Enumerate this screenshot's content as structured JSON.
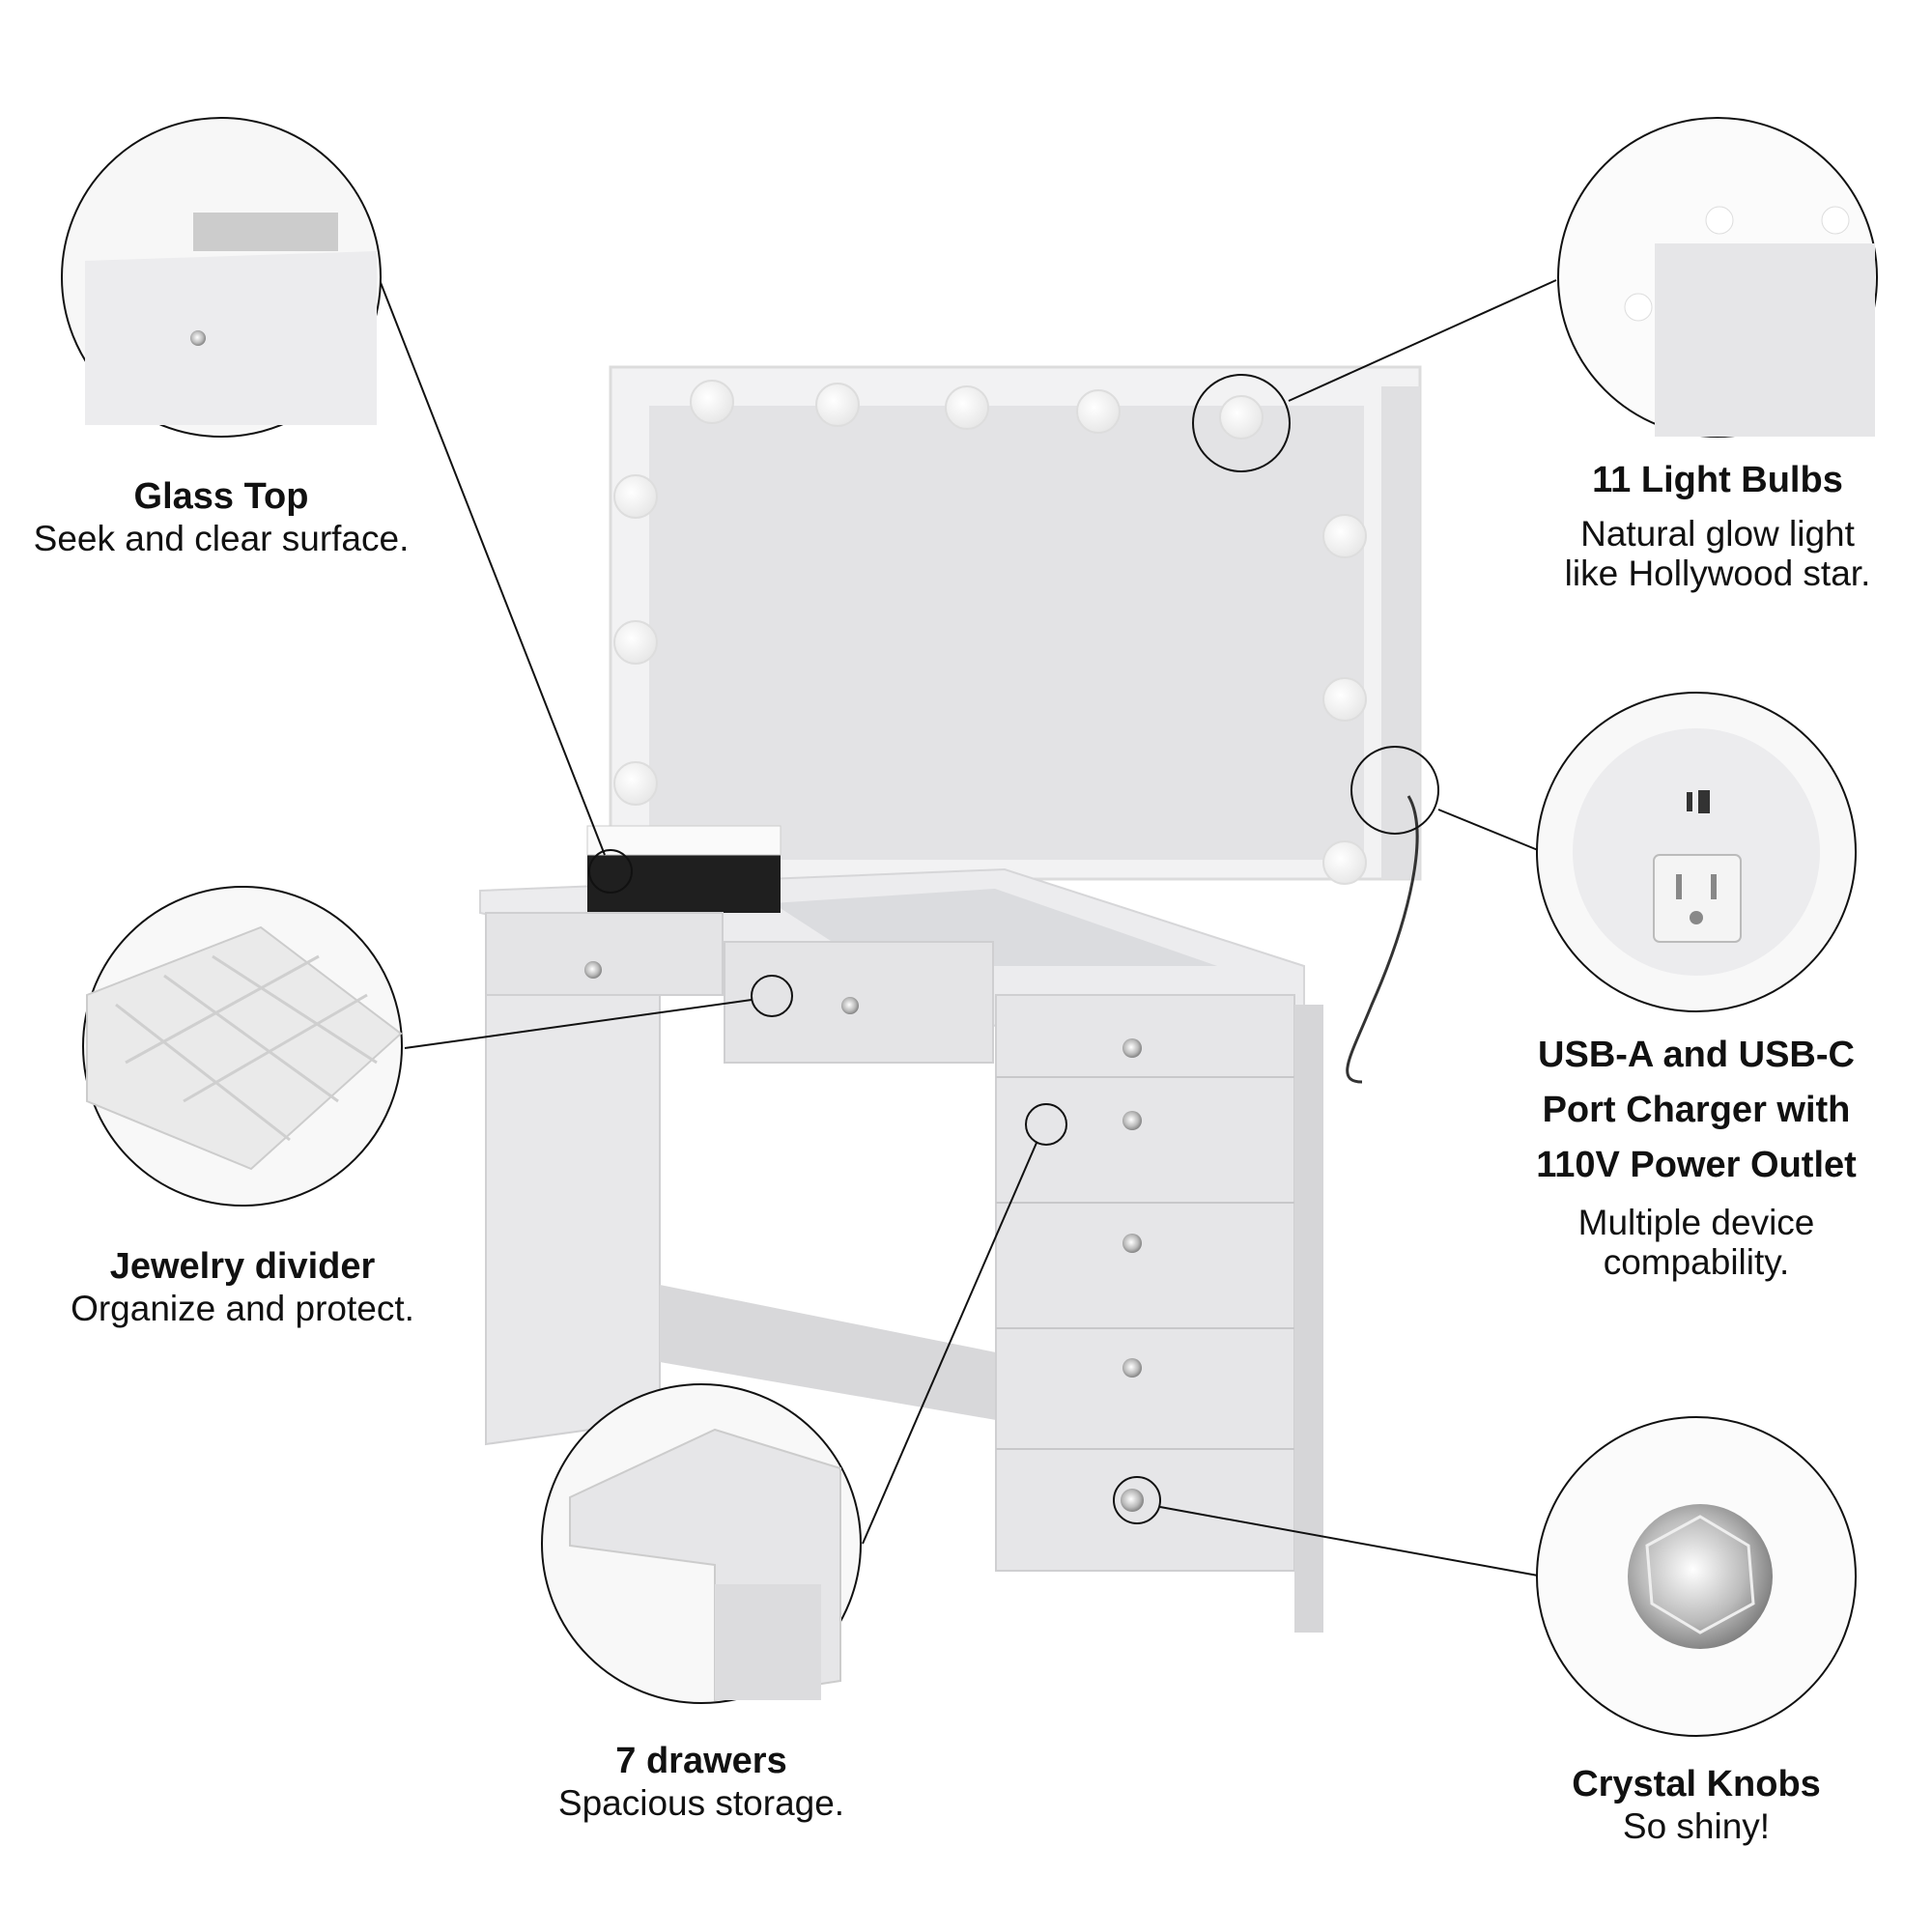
{
  "features": {
    "glass_top": {
      "title": "Glass Top",
      "subtitle": "Seek and clear surface."
    },
    "light_bulbs": {
      "title": "11 Light Bulbs",
      "subtitle_lines": [
        "Natural glow light",
        "like Hollywood star."
      ]
    },
    "charger": {
      "title_lines": [
        "USB-A and USB-C",
        "Port Charger with",
        "110V Power Outlet"
      ],
      "subtitle_lines": [
        "Multiple device",
        "compability."
      ]
    },
    "jewelry_divider": {
      "title": "Jewelry divider",
      "subtitle": "Organize and protect."
    },
    "drawers": {
      "title": "7 drawers",
      "subtitle": "Spacious storage."
    },
    "crystal_knobs": {
      "title": "Crystal Knobs",
      "subtitle": "So shiny!"
    }
  },
  "colors": {
    "furniture": "#e6e6e8",
    "furniture_shade": "#d4d4d6",
    "line": "#111111",
    "bulb": "#ffffff"
  }
}
